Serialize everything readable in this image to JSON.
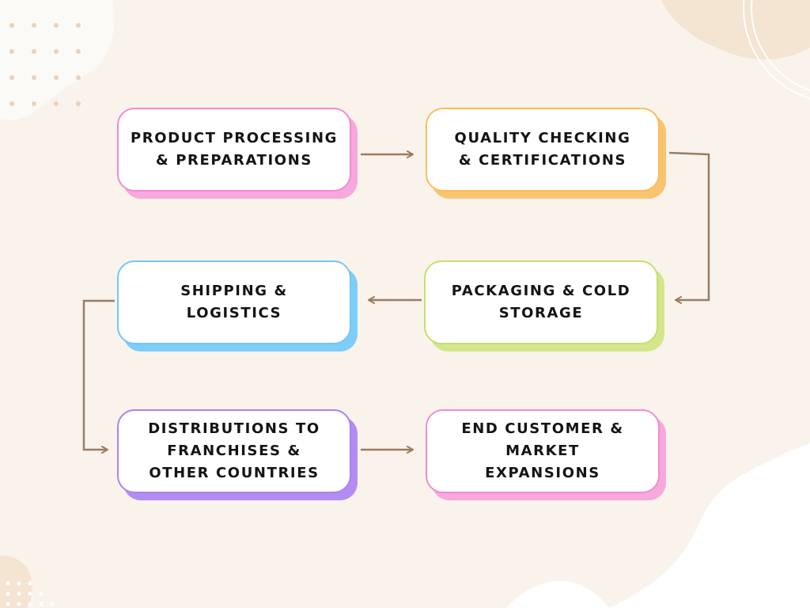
{
  "diagram": {
    "nodes": [
      {
        "id": "product-processing",
        "label": "PRODUCT PROCESSING\n& PREPARATIONS",
        "border": "#f48ad0",
        "shadow": "#f7a8dc"
      },
      {
        "id": "quality-checking",
        "label": "QUALITY CHECKING\n& CERTIFICATIONS",
        "border": "#fbbd57",
        "shadow": "#f9c46f"
      },
      {
        "id": "packaging",
        "label": "PACKAGING & COLD\nSTORAGE",
        "border": "#c5e06c",
        "shadow": "#d3e68c"
      },
      {
        "id": "shipping",
        "label": "SHIPPING &\nLOGISTICS",
        "border": "#73c7f5",
        "shadow": "#7dcdf7"
      },
      {
        "id": "distributions",
        "label": "DISTRIBUTIONS TO\nFRANCHISES &\nOTHER COUNTRIES",
        "border": "#a983f0",
        "shadow": "#b38cf3"
      },
      {
        "id": "end-customer",
        "label": "END CUSTOMER &\nMARKET\nEXPANSIONS",
        "border": "#f48ad0",
        "shadow": "#f7a8dc"
      }
    ],
    "edges": [
      {
        "from": "product-processing",
        "to": "quality-checking"
      },
      {
        "from": "quality-checking",
        "to": "packaging"
      },
      {
        "from": "packaging",
        "to": "shipping"
      },
      {
        "from": "shipping",
        "to": "distributions"
      },
      {
        "from": "distributions",
        "to": "end-customer"
      }
    ],
    "arrow_color": "#9b7d61",
    "background_color": "#f9f3ec",
    "blob_color": "#f4e4d2"
  }
}
